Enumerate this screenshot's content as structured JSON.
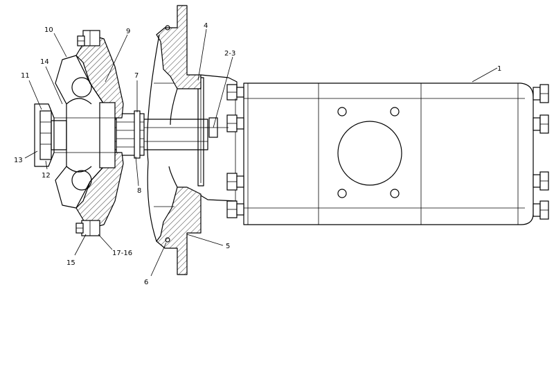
{
  "callouts": {
    "c1": "1",
    "c2_3": "2-3",
    "c4": "4",
    "c5": "5",
    "c6": "6",
    "c7": "7",
    "c8": "8",
    "c9": "9",
    "c10": "10",
    "c11": "11",
    "c12": "12",
    "c13": "13",
    "c14": "14",
    "c15": "15",
    "c16_17": "17-16"
  }
}
